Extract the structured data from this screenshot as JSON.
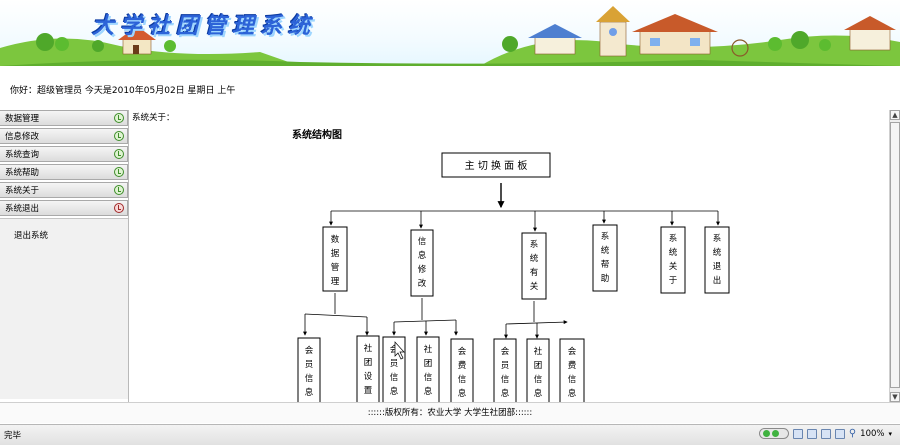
{
  "banner": {
    "title": "大学社团管理系统"
  },
  "greeting": "你好：超级管理员   今天是2010年05月02日   星期日   上午",
  "sidebar": {
    "items": [
      {
        "label": "数据管理",
        "icon": "expand-icon"
      },
      {
        "label": "信息修改",
        "icon": "expand-icon"
      },
      {
        "label": "系统查询",
        "icon": "expand-icon"
      },
      {
        "label": "系统帮助",
        "icon": "expand-icon"
      },
      {
        "label": "系统关于",
        "icon": "expand-icon"
      },
      {
        "label": "系统退出",
        "icon": "collapse-icon"
      }
    ],
    "submenu": [
      "退出系统"
    ]
  },
  "content": {
    "label": "系统关于：",
    "diagram_title": "系统结构图",
    "root": "主 切 换 面 板",
    "level1": [
      "数据管理",
      "信息修改",
      "系统有关",
      "系统帮助",
      "系统关于",
      "系统退出"
    ],
    "level2": {
      "data": [
        "会员信息",
        "社团设置"
      ],
      "info": [
        "会员信息",
        "社团信息",
        "会费信息"
      ],
      "sys": [
        "会员信息",
        "社团信息",
        "会费信息"
      ]
    }
  },
  "footer": "::::::版权所有：农业大学  大学生社团部::::::",
  "statusbar": {
    "status": "完毕",
    "zoom": "100%"
  },
  "colors": {
    "title_blue": "#2c63d8",
    "sidebar_bg": "#dcdcdc"
  }
}
